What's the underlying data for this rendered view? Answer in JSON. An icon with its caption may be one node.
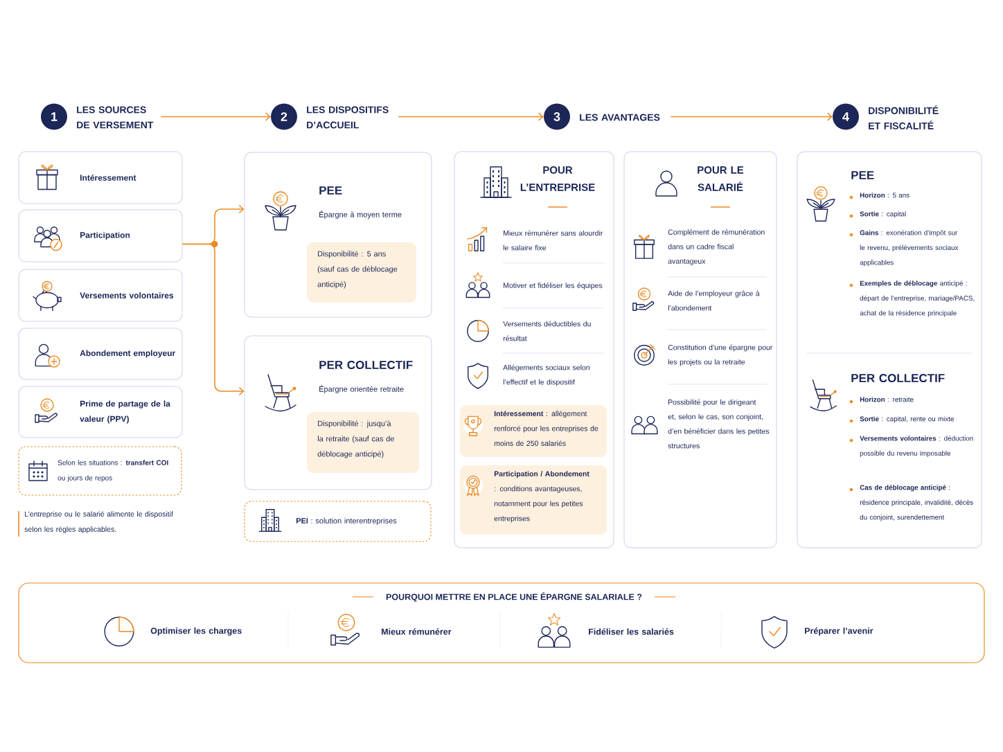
{
  "diagram": {
    "nodes": [
      {
        "text": [
          "1",
          "LES SOURCES DE VERSEMENT"
        ]
      },
      {
        "text": [
          "2",
          "LES DISPOSITIFS D’ACCUEIL"
        ]
      },
      {
        "text": [
          "3",
          "LES AVANTAGES"
        ]
      },
      {
        "text": [
          "4",
          "DISPONIBILITÉ ET FISCALITÉ"
        ]
      },
      {
        "text": [
          "Intéressement"
        ]
      },
      {
        "text": [
          "Participation"
        ]
      },
      {
        "text": [
          "Versements volontaires"
        ]
      },
      {
        "text": [
          "Abondement employeur"
        ]
      },
      {
        "text": [
          "Prime de partage de la valeur (PPV)"
        ]
      },
      {
        "text": [
          "Selon les situations : **transfert COI** ou jours de repos"
        ]
      },
      {
        "text": [
          "PEE",
          "Épargne à moyen terme"
        ]
      },
      {
        "text": [
          "Disponibilité : 5 ans (sauf cas de déblocage anticipé)"
        ],
        "in": 10
      },
      {
        "text": [
          "PER COLLECTIF",
          "Épargne orientée retraite"
        ]
      },
      {
        "text": [
          "Disponibilité : jusqu’à la retraite (sauf cas de déblocage anticipé)"
        ],
        "in": 12
      },
      {
        "text": [
          "**PEI** : solution interentreprises"
        ]
      },
      {
        "text": [
          "POUR L’ENTREPRISE",
          "Mieux rémunérer sans alourdir le salaire fixe",
          "Motiver et fidéliser les équipes",
          "Versements déductibles du résultat",
          "Allégements sociaux selon l’effectif et le dispositif"
        ]
      },
      {
        "text": [
          "**Intéressement** : allégement renforcé pour les entreprises de moins de 250 salariés"
        ],
        "in": 15
      },
      {
        "text": [
          "**Participation / Abondement** : conditions avantageuses, notamment pour les petites entreprises"
        ],
        "in": 15
      },
      {
        "text": [
          "POUR LE SALARIÉ",
          "Complément de rémunération dans un cadre fiscal avantageux",
          "Aide de l’employeur grâce à l’abondement",
          "Constitution d’une épargne pour les projets ou la retraite",
          "Possibilité pour le dirigeant et, selon le cas, son conjoint, d’en bénéficier dans les petites structures"
        ]
      },
      {
        "text": [
          "PEE",
          "**Horizon** : 5 ans",
          "**Sortie** : capital",
          "**Gains** : exonération d’impôt sur le revenu, prélèvements sociaux applicables",
          "**Exemples de déblocage** anticipé : départ de l’entreprise, mariage/PACS, achat de la résidence principale",
          "PER COLLECTIF",
          "**Horizon** : retraite",
          "**Sortie** : capital, rente ou mixte",
          "**Versements volontaires** : déduction possible du revenu imposable",
          "**Cas de déblocage anticipé** : résidence principale, invalidité, décès du conjoint, surendettement"
        ]
      },
      {
        "text": [
          "POURQUOI METTRE EN PLACE UNE ÉPARGNE SALARIALE ?",
          "Optimiser les charges",
          "Mieux rémunérer",
          "Fidéliser les salariés",
          "Préparer l’avenir"
        ]
      }
    ],
    "edges": [
      {
        "from": 0,
        "to": 1,
        "arrow": "to"
      },
      {
        "from": 1,
        "to": 2,
        "arrow": "to"
      },
      {
        "from": 2,
        "to": 3,
        "arrow": "to"
      },
      {
        "from": 5,
        "to": 10,
        "arrow": "to"
      },
      {
        "from": 5,
        "to": 12,
        "arrow": "to"
      }
    ],
    "labels": [
      "L’entreprise ou le salarié alimente le dispositif selon les règles applicables."
    ]
  }
}
